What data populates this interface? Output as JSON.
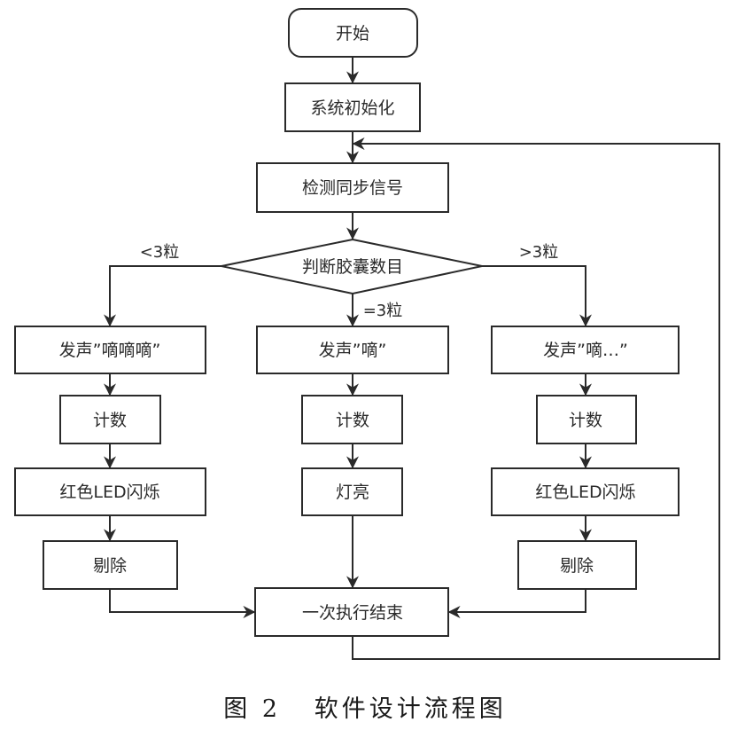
{
  "diagram": {
    "type": "flowchart",
    "caption": "图 2   软件设计流程图",
    "colors": {
      "stroke": "#2a2a2a",
      "background": "#ffffff"
    },
    "nodes": {
      "start": {
        "label": "开始",
        "shape": "rounded-rect"
      },
      "init": {
        "label": "系统初始化",
        "shape": "rect"
      },
      "detect": {
        "label": "检测同步信号",
        "shape": "rect"
      },
      "decision": {
        "label": "判断胶囊数目",
        "shape": "diamond"
      },
      "beep_less": {
        "label": "发声”嘀嘀嘀”",
        "shape": "rect"
      },
      "beep_equal": {
        "label": "发声”嘀”",
        "shape": "rect"
      },
      "beep_more": {
        "label": "发声”嘀…”",
        "shape": "rect"
      },
      "count_less": {
        "label": "计数",
        "shape": "rect"
      },
      "count_equal": {
        "label": "计数",
        "shape": "rect"
      },
      "count_more": {
        "label": "计数",
        "shape": "rect"
      },
      "led_less": {
        "label": "红色LED闪烁",
        "shape": "rect"
      },
      "light_equal": {
        "label": "灯亮",
        "shape": "rect"
      },
      "led_more": {
        "label": "红色LED闪烁",
        "shape": "rect"
      },
      "reject_less": {
        "label": "剔除",
        "shape": "rect"
      },
      "reject_more": {
        "label": "剔除",
        "shape": "rect"
      },
      "end": {
        "label": "一次执行结束",
        "shape": "rect"
      }
    },
    "edges": [
      {
        "from": "start",
        "to": "init"
      },
      {
        "from": "init",
        "to": "detect"
      },
      {
        "from": "detect",
        "to": "decision"
      },
      {
        "from": "decision",
        "to": "beep_less",
        "label": "<3粒"
      },
      {
        "from": "decision",
        "to": "beep_equal",
        "label": "=3粒"
      },
      {
        "from": "decision",
        "to": "beep_more",
        "label": ">3粒"
      },
      {
        "from": "beep_less",
        "to": "count_less"
      },
      {
        "from": "beep_equal",
        "to": "count_equal"
      },
      {
        "from": "beep_more",
        "to": "count_more"
      },
      {
        "from": "count_less",
        "to": "led_less"
      },
      {
        "from": "count_equal",
        "to": "light_equal"
      },
      {
        "from": "count_more",
        "to": "led_more"
      },
      {
        "from": "led_less",
        "to": "reject_less"
      },
      {
        "from": "led_more",
        "to": "reject_more"
      },
      {
        "from": "reject_less",
        "to": "end"
      },
      {
        "from": "light_equal",
        "to": "end"
      },
      {
        "from": "reject_more",
        "to": "end"
      },
      {
        "from": "end",
        "to": "detect",
        "label": ""
      }
    ],
    "edge_labels": {
      "less": "<3粒",
      "equal": "=3粒",
      "more": ">3粒"
    }
  }
}
